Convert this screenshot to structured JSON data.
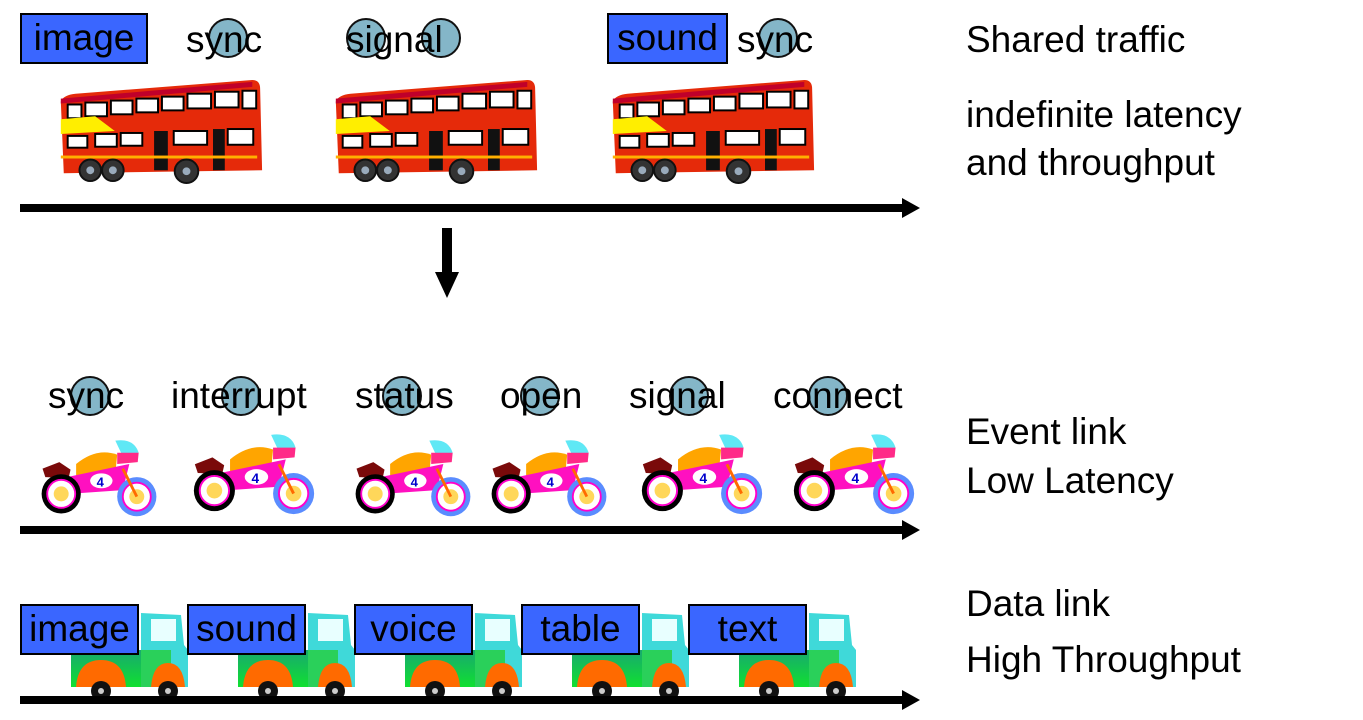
{
  "shared_row": {
    "labels": [
      "image",
      "sync",
      "signal",
      "sound",
      "sync"
    ],
    "description": [
      "Shared traffic",
      "indefinite latency",
      "and throughput"
    ]
  },
  "event_row": {
    "labels": [
      "sync",
      "interrupt",
      "status",
      "open",
      "signal",
      "connect"
    ],
    "description": [
      "Event link",
      "Low Latency"
    ]
  },
  "data_row": {
    "labels": [
      "image",
      "sound",
      "voice",
      "table",
      "text"
    ],
    "description": [
      "Data link",
      "High Throughput"
    ]
  },
  "colors": {
    "data_box": "#3a66ff",
    "event_circle": "#84b6c8"
  }
}
